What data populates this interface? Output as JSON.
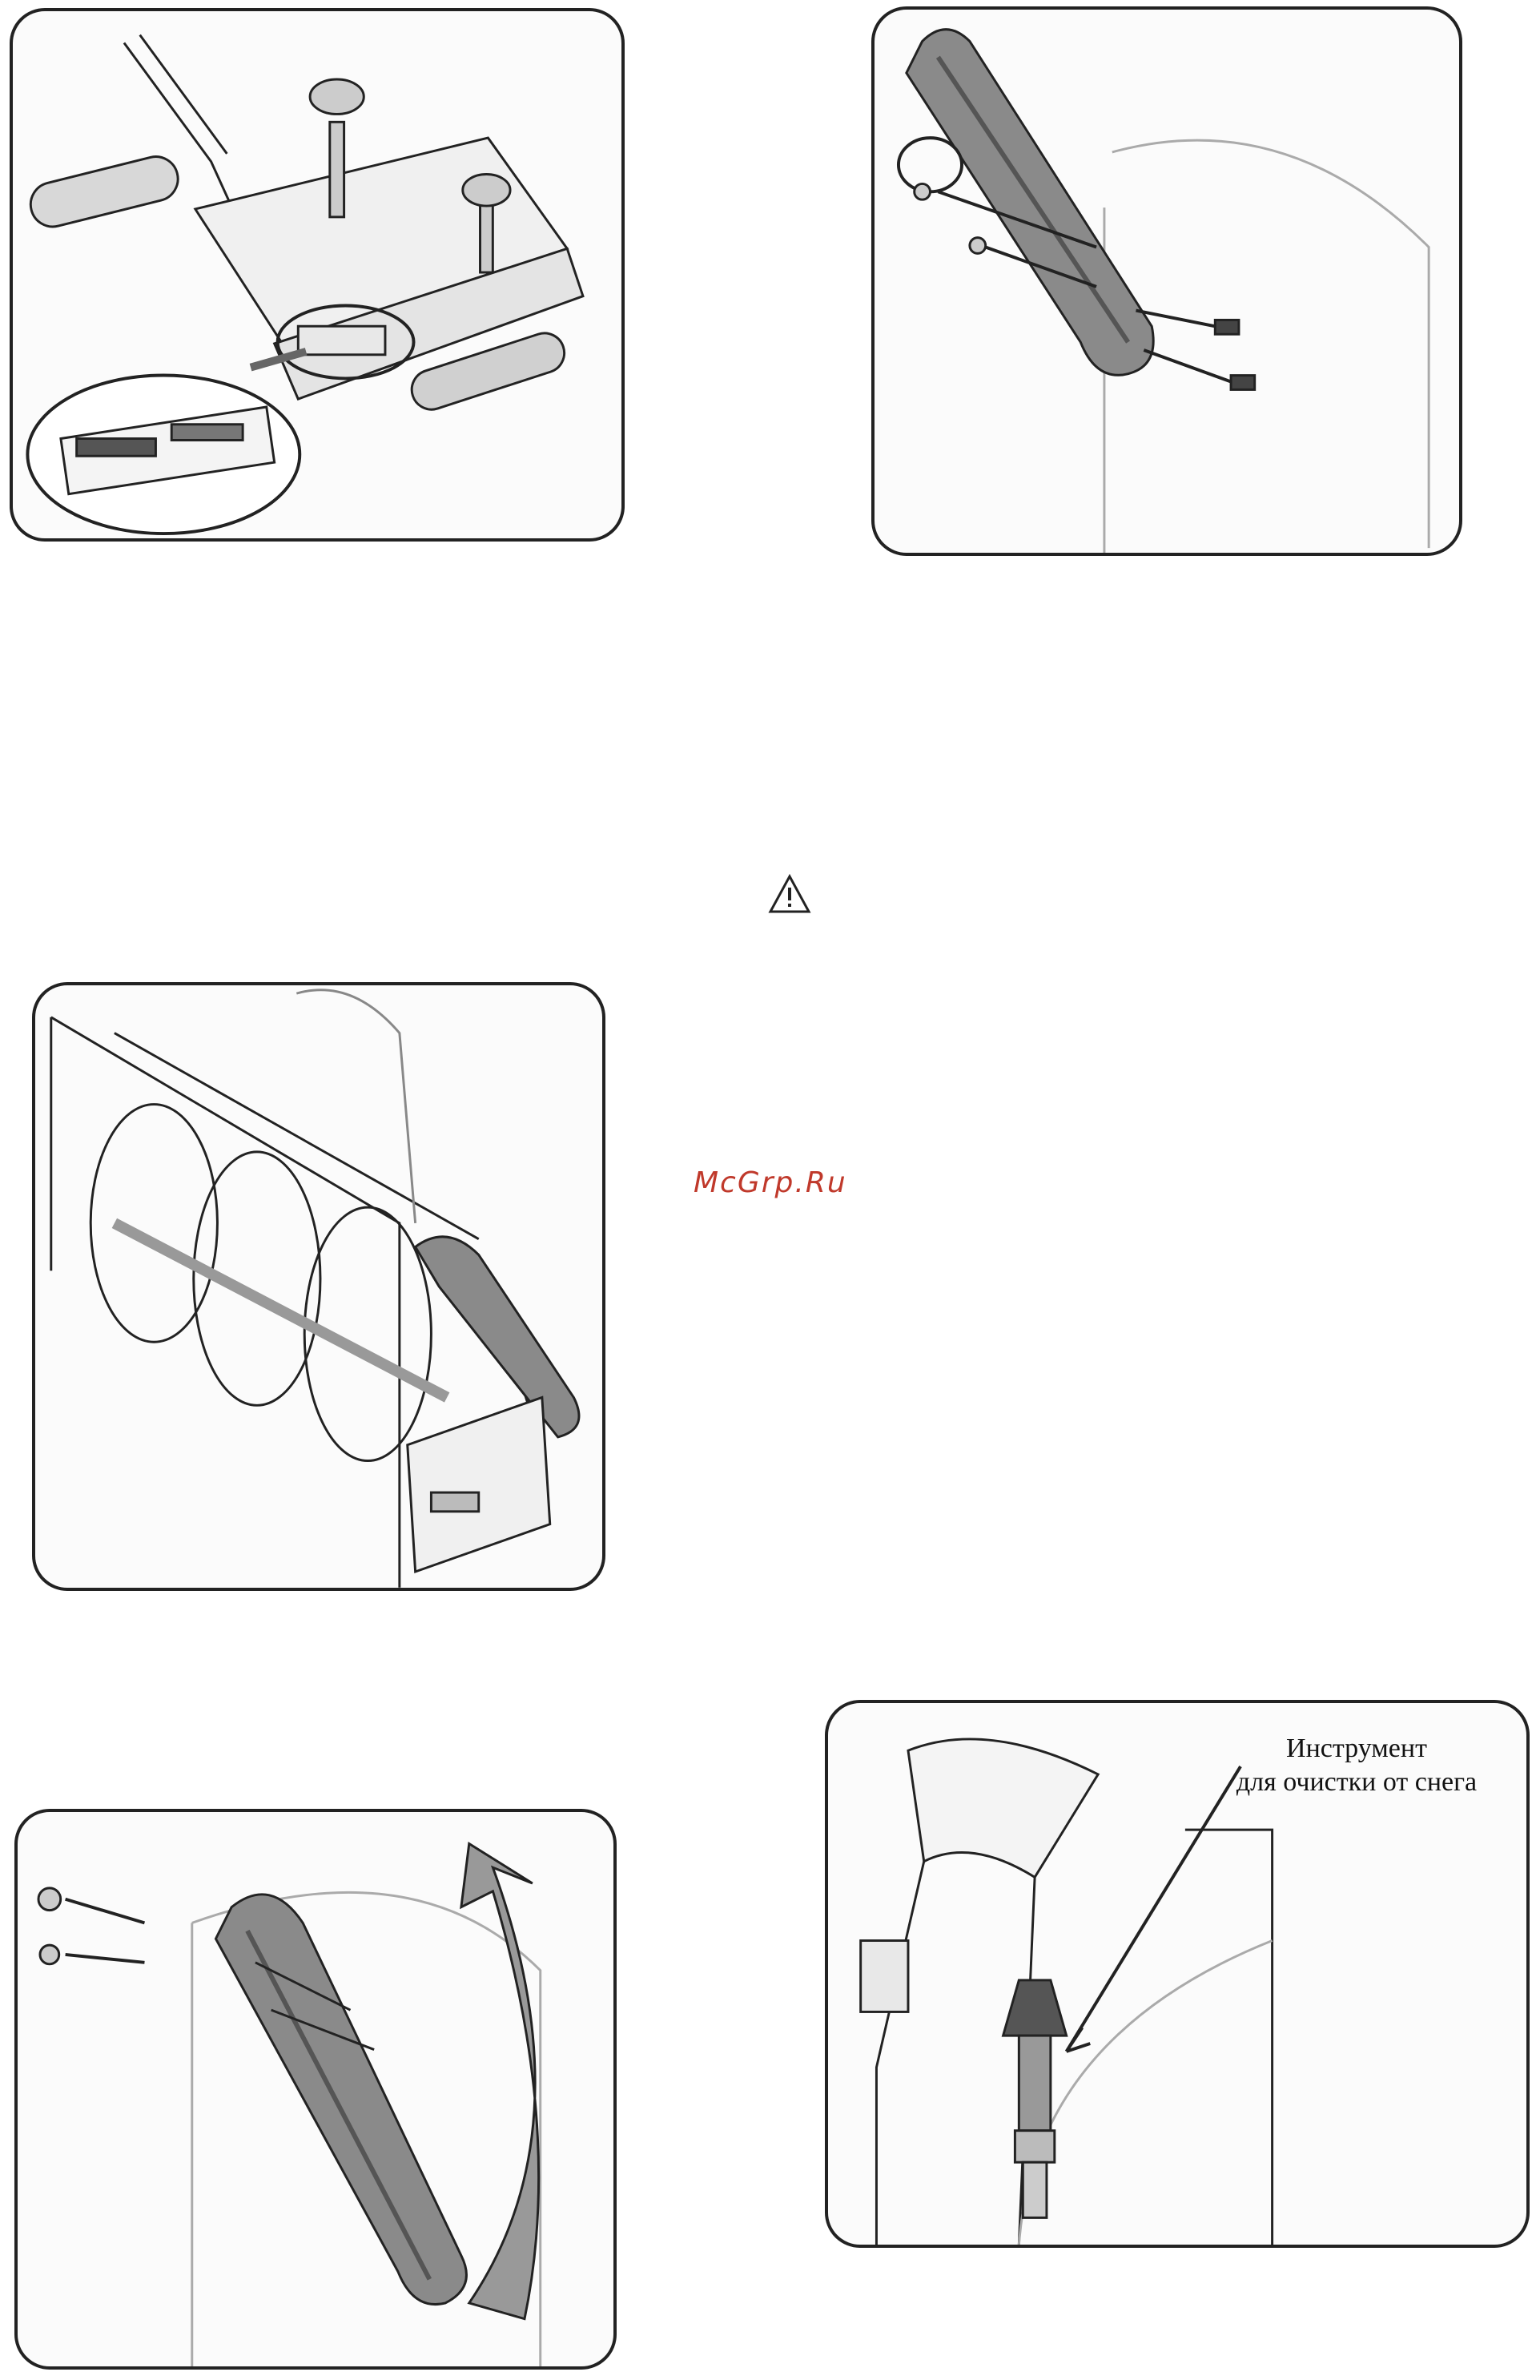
{
  "watermark": "McGrp.Ru",
  "callout_label_line1": "Инструмент",
  "callout_label_line2": "для очистки от снега",
  "warning_icon": "warning-triangle-icon",
  "colors": {
    "panel_border": "#222222",
    "paddle_fill": "#8a8a8a",
    "watermark": "#c0392b"
  }
}
